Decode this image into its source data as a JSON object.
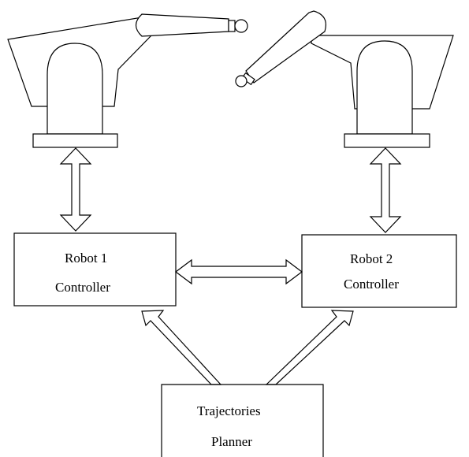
{
  "diagram": {
    "robot1_controller": {
      "line1": "Robot  1",
      "line2": "Controller"
    },
    "robot2_controller": {
      "line1": "Robot  2",
      "line2": "Controller"
    },
    "planner": {
      "line1": "Trajectories",
      "line2": "Planner"
    }
  }
}
